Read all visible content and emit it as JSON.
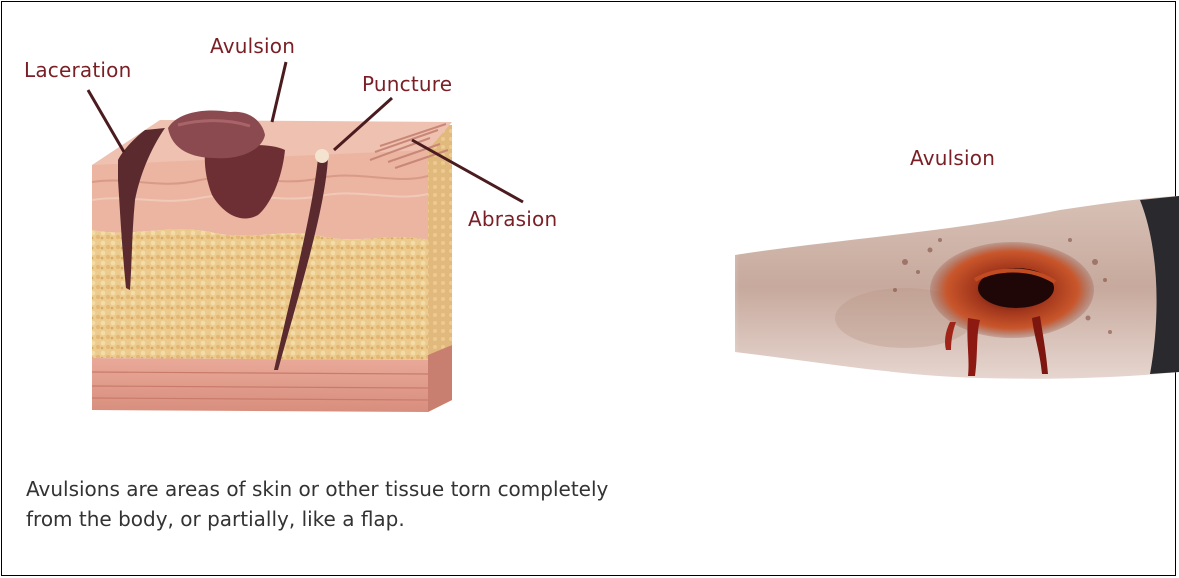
{
  "diagram": {
    "labels": {
      "laceration": "Laceration",
      "avulsion": "Avulsion",
      "puncture": "Puncture",
      "abrasion": "Abrasion"
    }
  },
  "photo": {
    "label": "Avulsion"
  },
  "caption": "Avulsions are areas of skin or other tissue torn completely from the body, or partially, like a flap.",
  "colors": {
    "label": "#7a1f25",
    "skin_top": "#e9b3a0",
    "fat": "#ecc98d",
    "muscle": "#d98f7f",
    "wound": "#5a2a2e"
  }
}
